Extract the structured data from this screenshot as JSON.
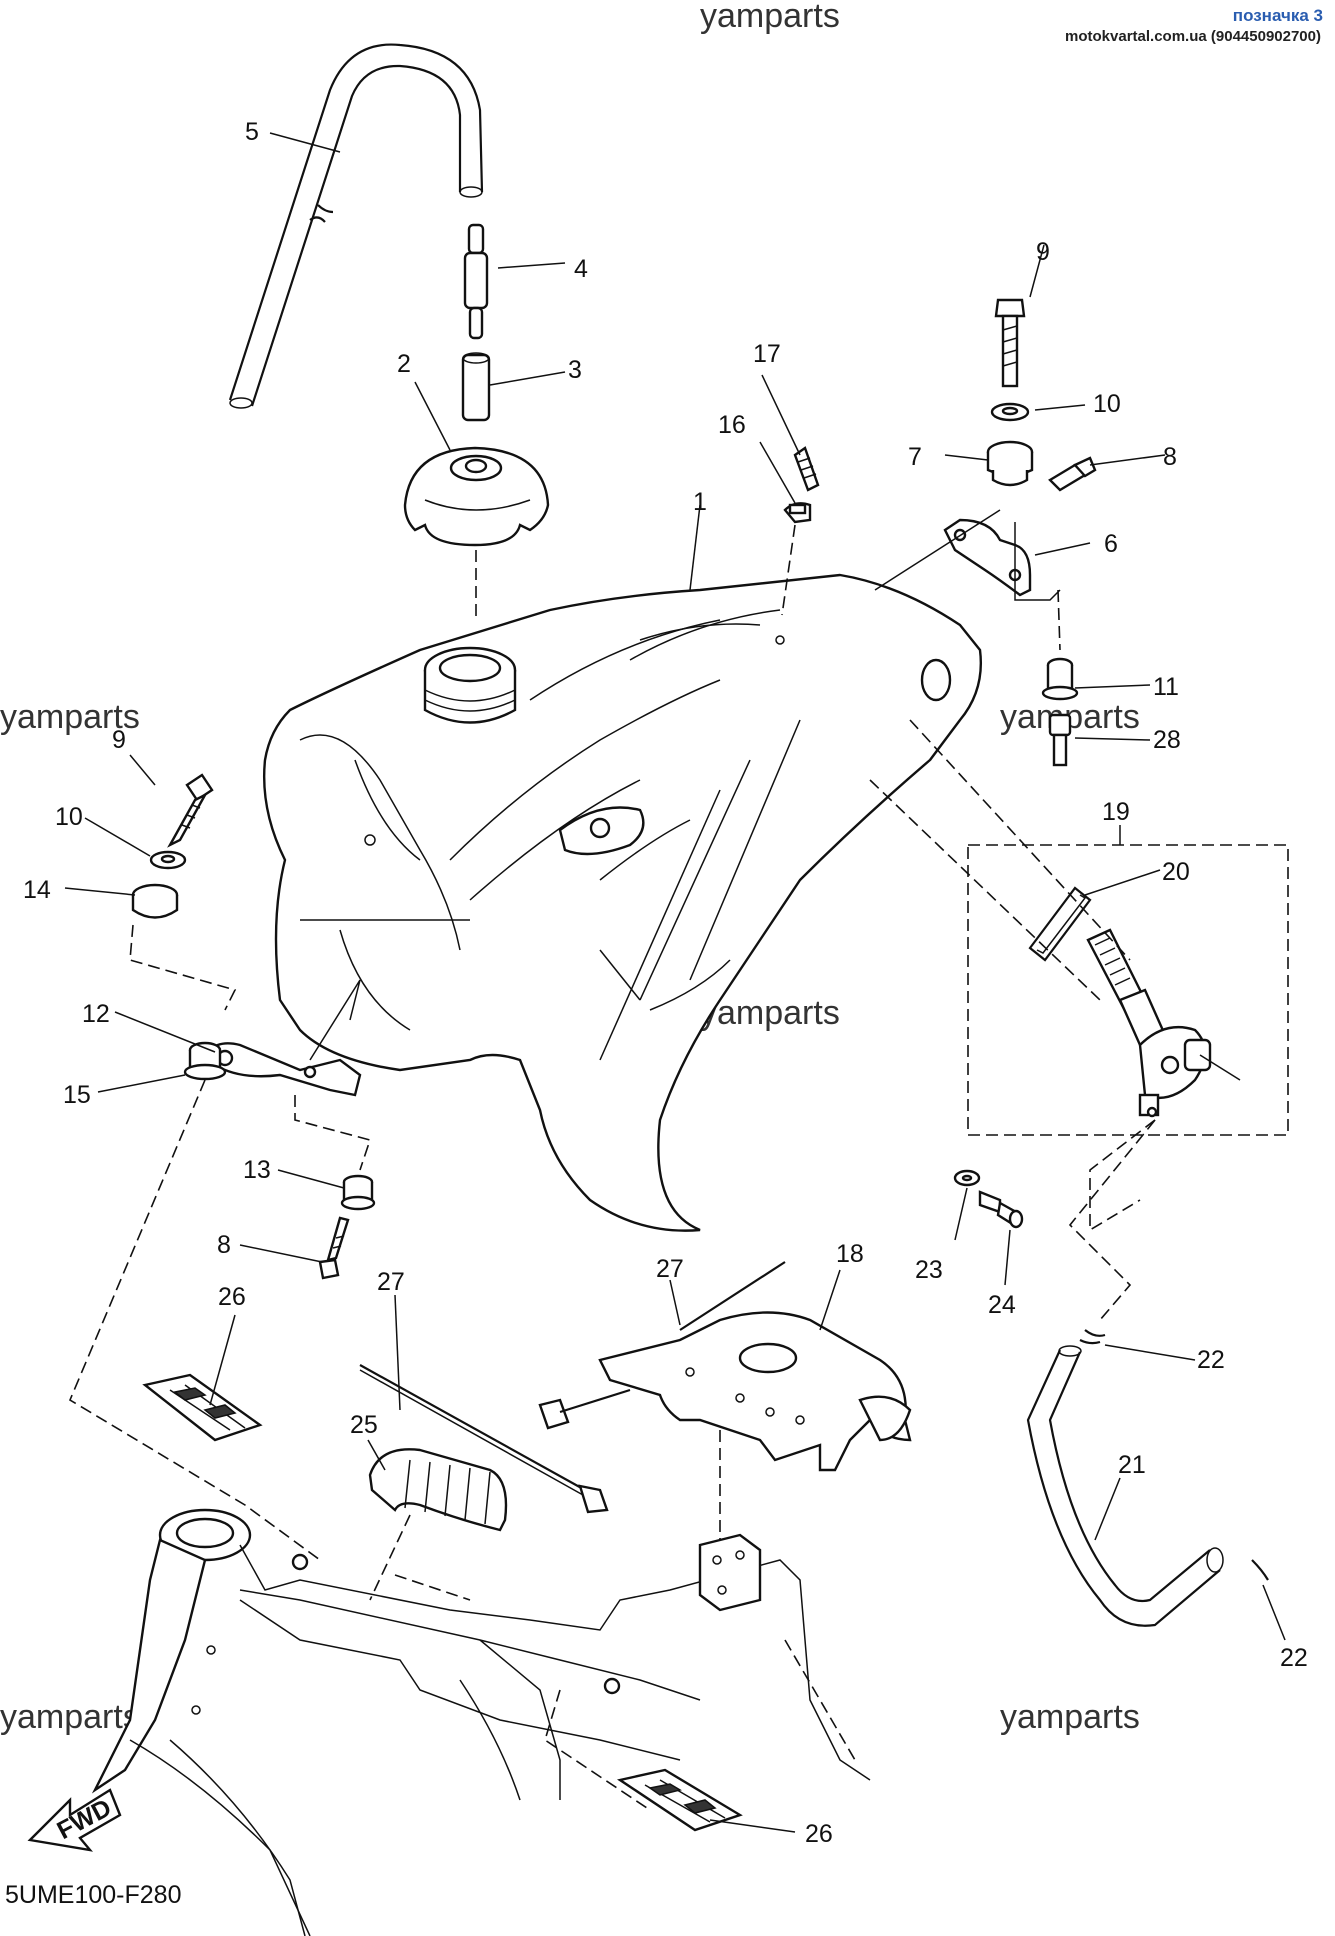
{
  "header": {
    "label_ref": "позначка 3",
    "source": "motokvartal.com.ua (904450902700)"
  },
  "watermark": "yamparts",
  "diagram_code": "5UME100-F280",
  "fwd_label": "FWD",
  "callouts": {
    "c1": "1",
    "c2": "2",
    "c3": "3",
    "c4": "4",
    "c5": "5",
    "c6": "6",
    "c7": "7",
    "c8a": "8",
    "c8b": "8",
    "c9a": "9",
    "c9b": "9",
    "c10a": "10",
    "c10b": "10",
    "c11": "11",
    "c12": "12",
    "c13": "13",
    "c14": "14",
    "c15": "15",
    "c16": "16",
    "c17": "17",
    "c18": "18",
    "c19": "19",
    "c20": "20",
    "c21": "21",
    "c22a": "22",
    "c22b": "22",
    "c23": "23",
    "c24": "24",
    "c25": "25",
    "c26a": "26",
    "c26b": "26",
    "c27": "27",
    "c28": "28"
  }
}
